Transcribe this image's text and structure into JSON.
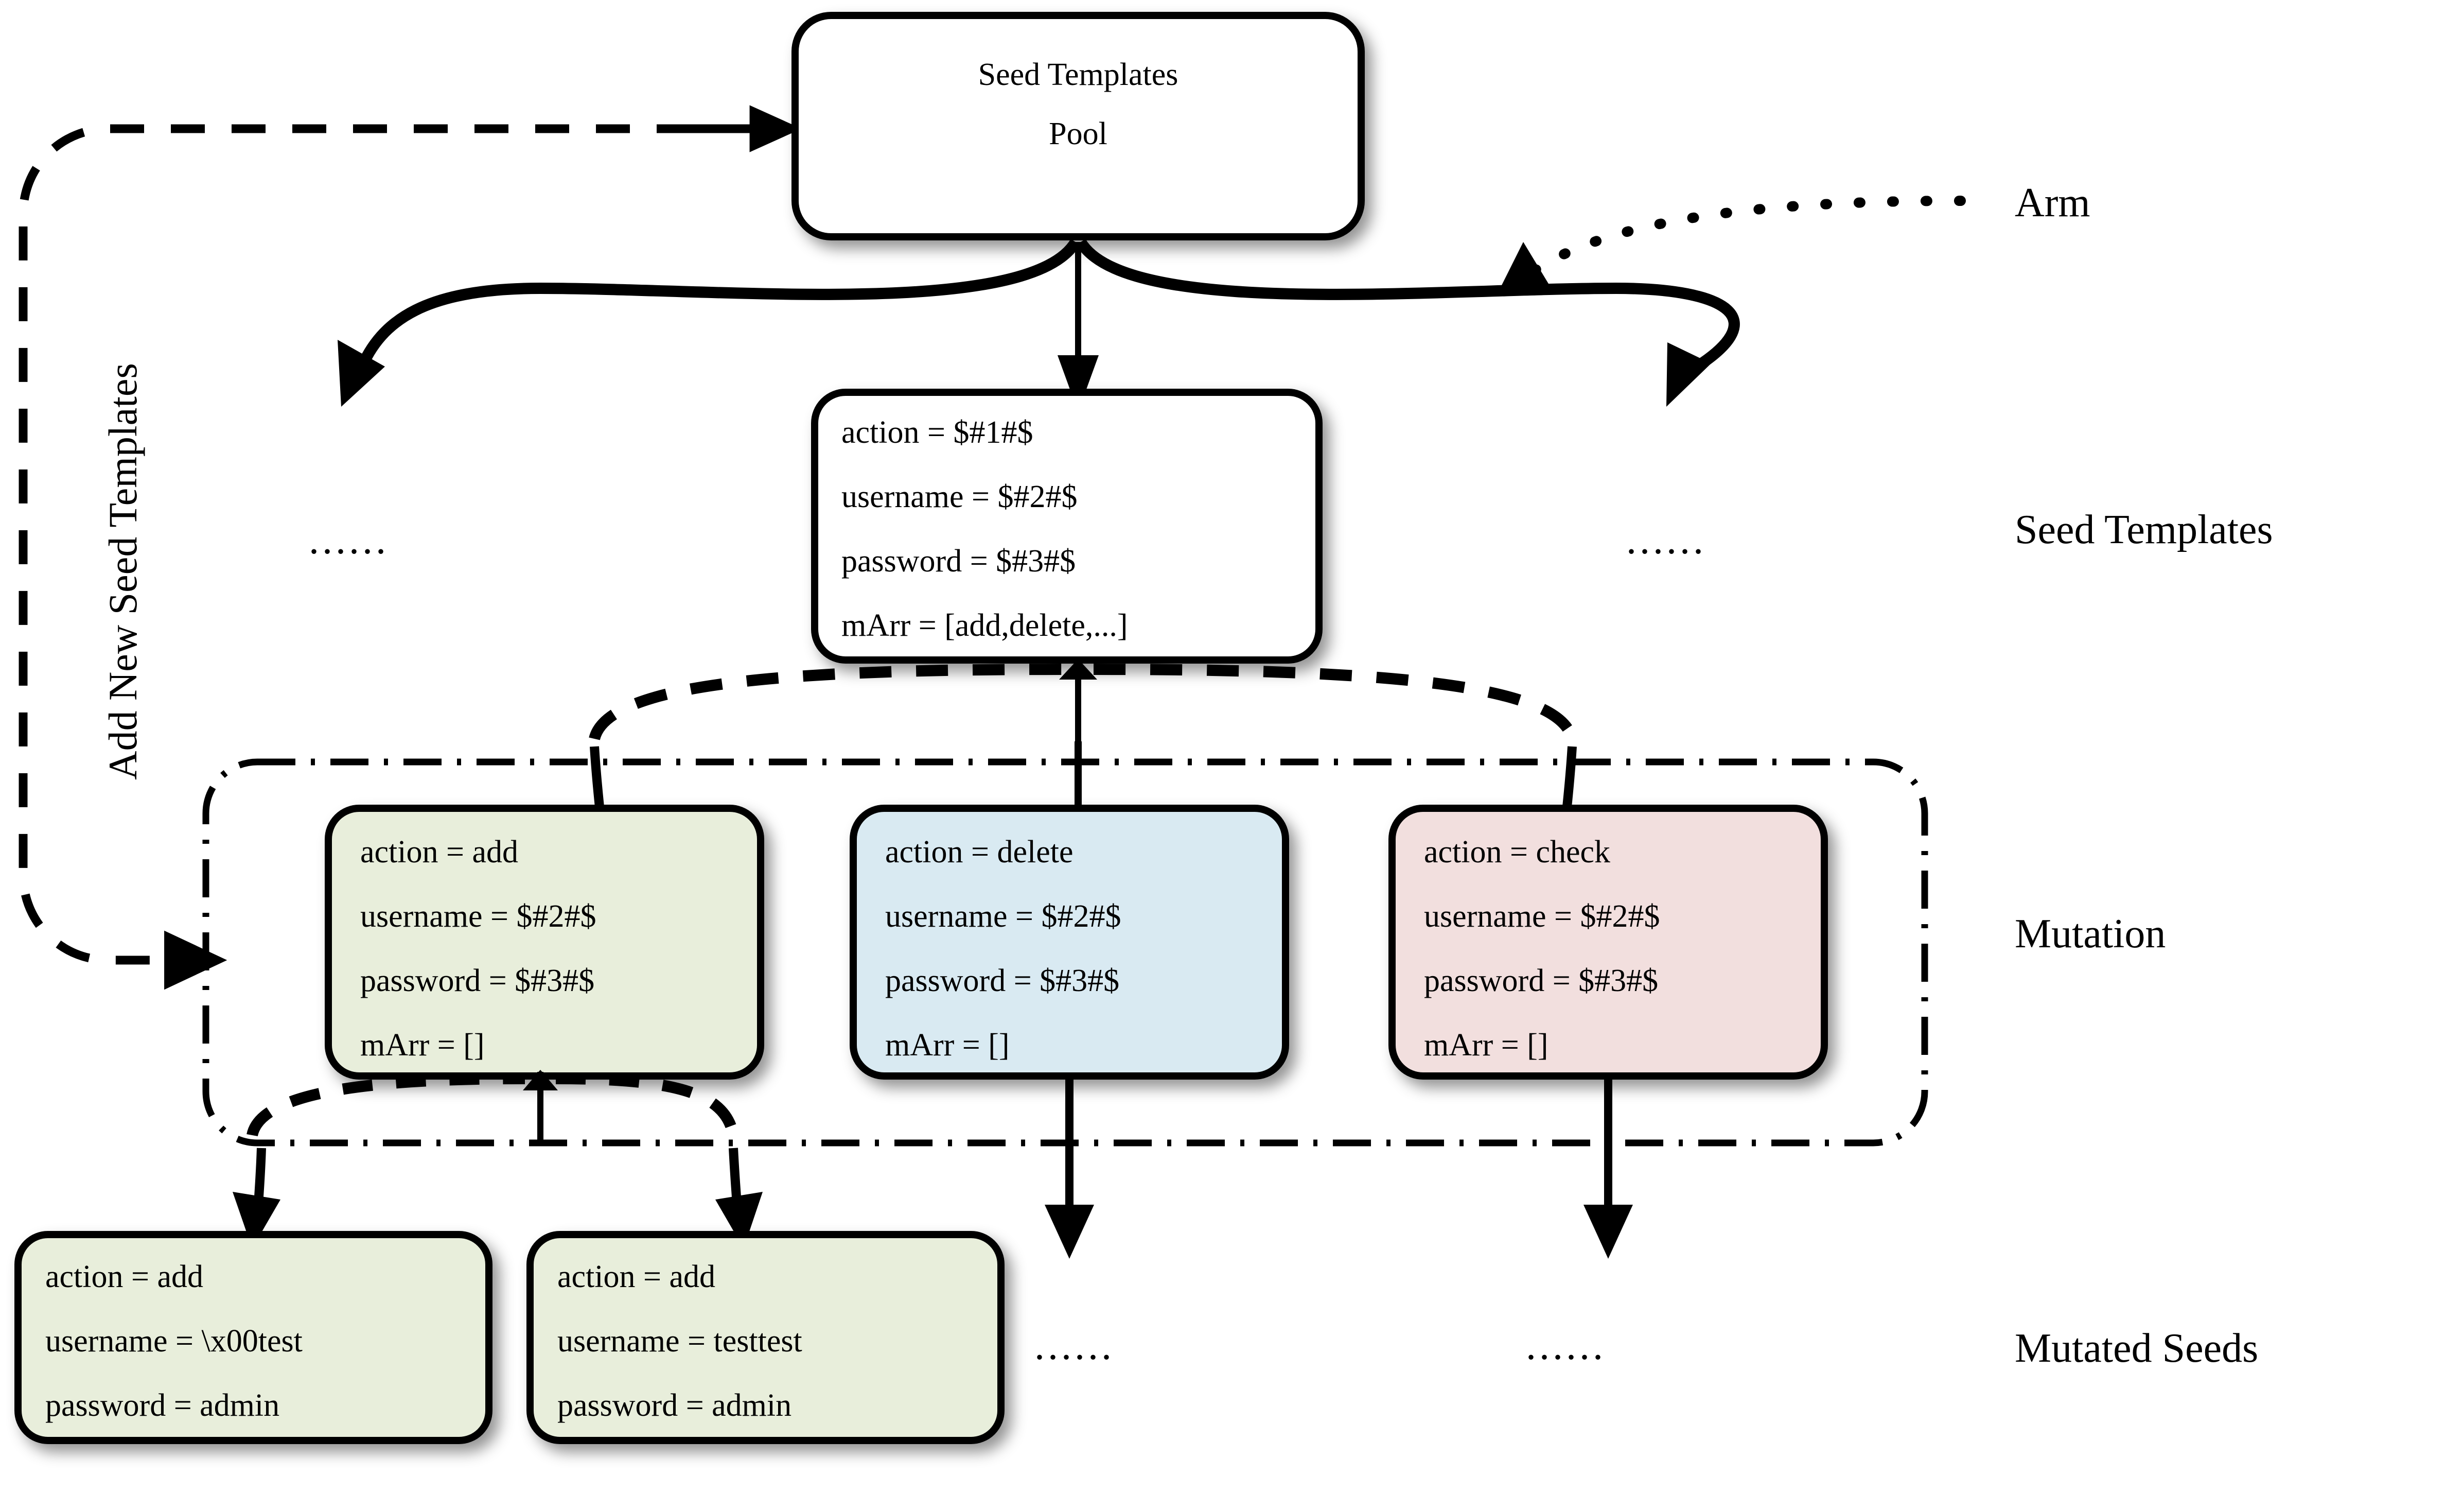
{
  "diagram": {
    "title_region": "seed template mutation pipeline",
    "stage_labels": [
      {
        "id": "arm",
        "text": "Arm"
      },
      {
        "id": "seed-templates",
        "text": "Seed Templates"
      },
      {
        "id": "mutation",
        "text": "Mutation"
      },
      {
        "id": "mutated-seeds",
        "text": "Mutated Seeds"
      }
    ],
    "feedback_label": "Add New Seed Templates",
    "ellipsis": "......",
    "pool": {
      "line1": "Seed Templates",
      "line2": "Pool"
    },
    "seed_template": {
      "fill": "#ffffff",
      "lines": [
        "action = $#1#$",
        "username = $#2#$",
        "password = $#3#$",
        "mArr = [add,delete,...]"
      ]
    },
    "mutations": [
      {
        "id": "mutation-add",
        "fill": "#e8eedb",
        "lines": [
          "action = add",
          "username = $#2#$",
          "password = $#3#$",
          "mArr = []"
        ]
      },
      {
        "id": "mutation-delete",
        "fill": "#d9eaf2",
        "lines": [
          "action = delete",
          "username = $#2#$",
          "password = $#3#$",
          "mArr = []"
        ]
      },
      {
        "id": "mutation-check",
        "fill": "#f2dfde",
        "lines": [
          "action = check",
          "username = $#2#$",
          "password = $#3#$",
          "mArr = []"
        ]
      }
    ],
    "mutated_seeds": [
      {
        "id": "mutated-seed-1",
        "fill": "#e8eedb",
        "lines": [
          "action = add",
          "username = \\x00test",
          "password = admin"
        ]
      },
      {
        "id": "mutated-seed-2",
        "fill": "#e8eedb",
        "lines": [
          "action = add",
          "username = testtest",
          "password = admin"
        ]
      }
    ],
    "colors": {
      "stroke": "#000000",
      "background": "#ffffff",
      "green": "#e8eedb",
      "blue": "#d9eaf2",
      "pink": "#f2dfde"
    }
  }
}
